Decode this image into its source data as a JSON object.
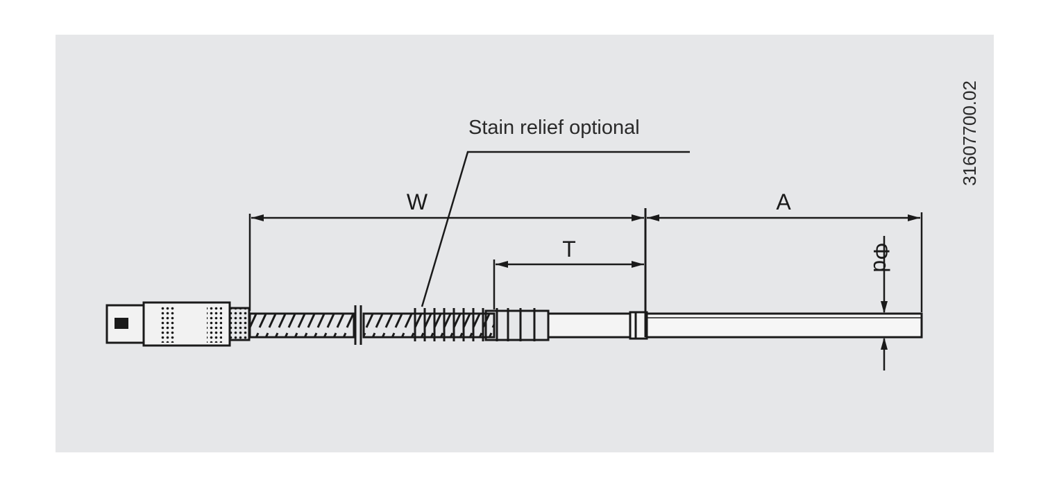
{
  "diagram": {
    "background_color": "#e6e7e9",
    "line_color": "#1a1a1a",
    "callout": "Stain relief optional",
    "drawing_number": "31607700.02",
    "dimensions": {
      "w": "W",
      "t": "T",
      "a": "A",
      "diameter": "Φd"
    }
  }
}
